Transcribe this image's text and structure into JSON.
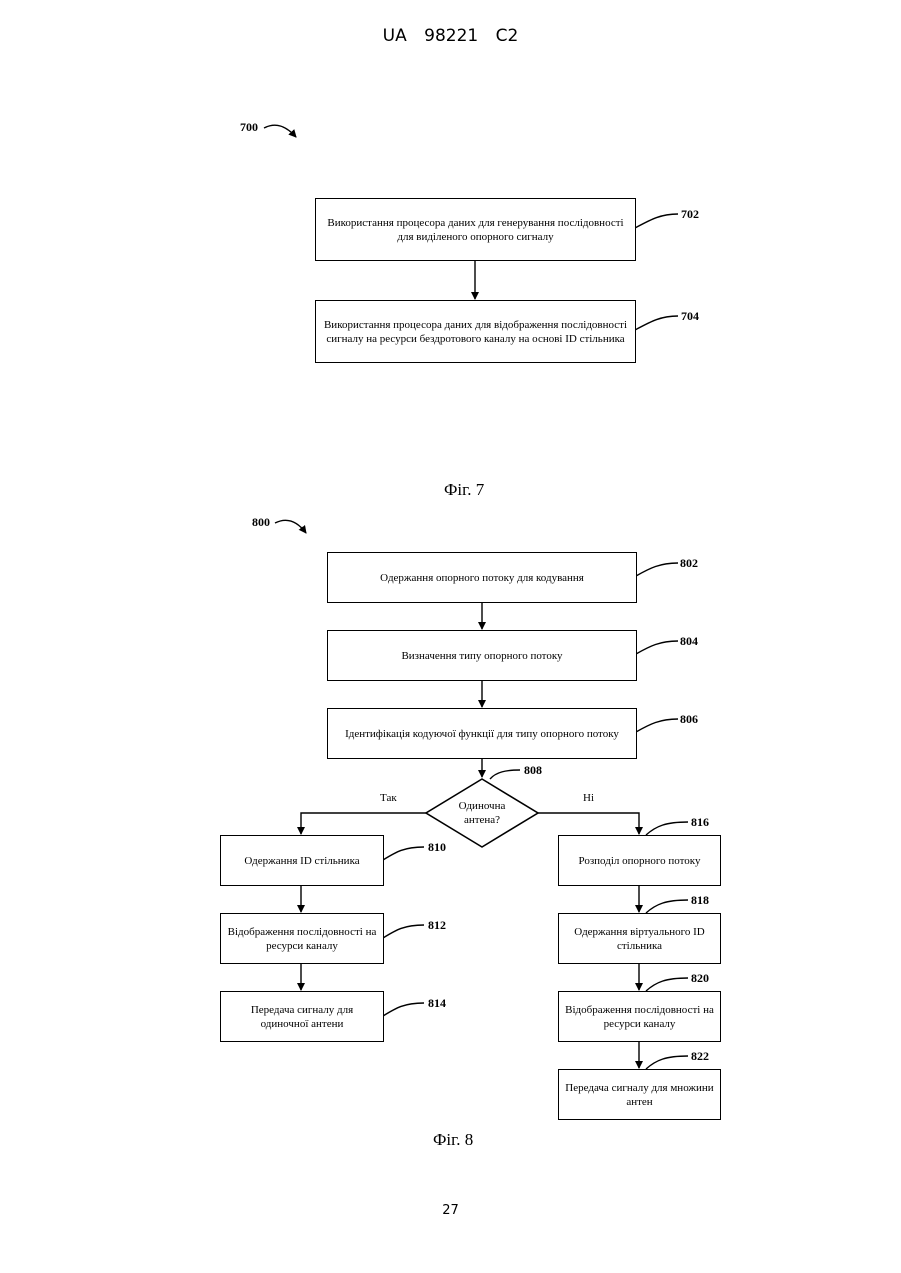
{
  "header": {
    "country": "UA",
    "number": "98221",
    "kind": "C2"
  },
  "page_number": "27",
  "fig7": {
    "ref": "700",
    "caption": "Фіг. 7",
    "box_702": {
      "ref": "702",
      "text": "Використання процесора даних для генерування послідовності для виділеного опорного сигналу"
    },
    "box_704": {
      "ref": "704",
      "text": "Використання процесора даних для відображення послідовності сигналу на ресурси бездротового каналу на основі ID стільника"
    }
  },
  "fig8": {
    "ref": "800",
    "caption": "Фіг. 8",
    "box_802": {
      "ref": "802",
      "text": "Одержання опорного потоку для кодування"
    },
    "box_804": {
      "ref": "804",
      "text": "Визначення типу опорного потоку"
    },
    "box_806": {
      "ref": "806",
      "text": "Ідентифікація кодуючої функції для типу опорного потоку"
    },
    "decision_808": {
      "ref": "808",
      "line1": "Одиночна",
      "line2": "антена?",
      "yes": "Так",
      "no": "Ні"
    },
    "box_810": {
      "ref": "810",
      "text": "Одержання ID стільника"
    },
    "box_812": {
      "ref": "812",
      "text": "Відображення послідовності на ресурси каналу"
    },
    "box_814": {
      "ref": "814",
      "text": "Передача сигналу для одиночної антени"
    },
    "box_816": {
      "ref": "816",
      "text": "Розподіл опорного потоку"
    },
    "box_818": {
      "ref": "818",
      "text": "Одержання віртуального ID стільника"
    },
    "box_820": {
      "ref": "820",
      "text": "Відображення послідовності на ресурси каналу"
    },
    "box_822": {
      "ref": "822",
      "text": "Передача сигналу для множини антен"
    }
  }
}
